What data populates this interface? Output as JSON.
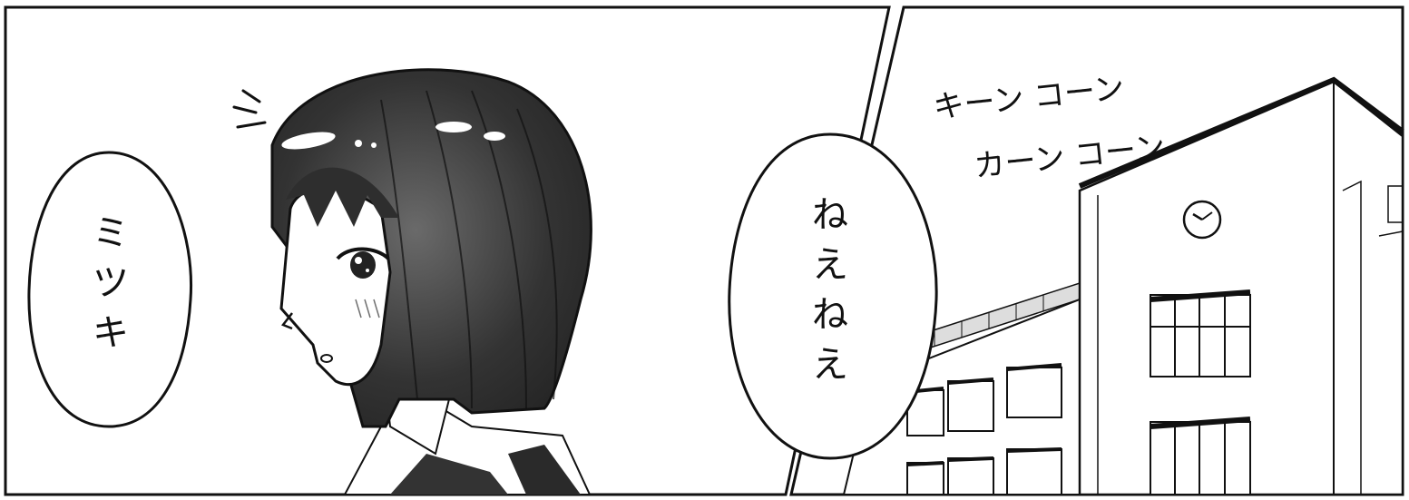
{
  "panels": [
    {
      "id": "left",
      "bubble": {
        "chars": [
          "ミ",
          "ツ",
          "キ"
        ]
      }
    },
    {
      "id": "right",
      "bubble": {
        "chars": [
          "ね",
          "え",
          "ね",
          "え"
        ]
      },
      "sfx": {
        "line1": "キーン コーン",
        "line2": "カーン コーン"
      }
    }
  ],
  "colors": {
    "ink": "#111111",
    "paper": "#ffffff",
    "hair": "#2a2a2a",
    "shade": "#cfcfcf"
  }
}
